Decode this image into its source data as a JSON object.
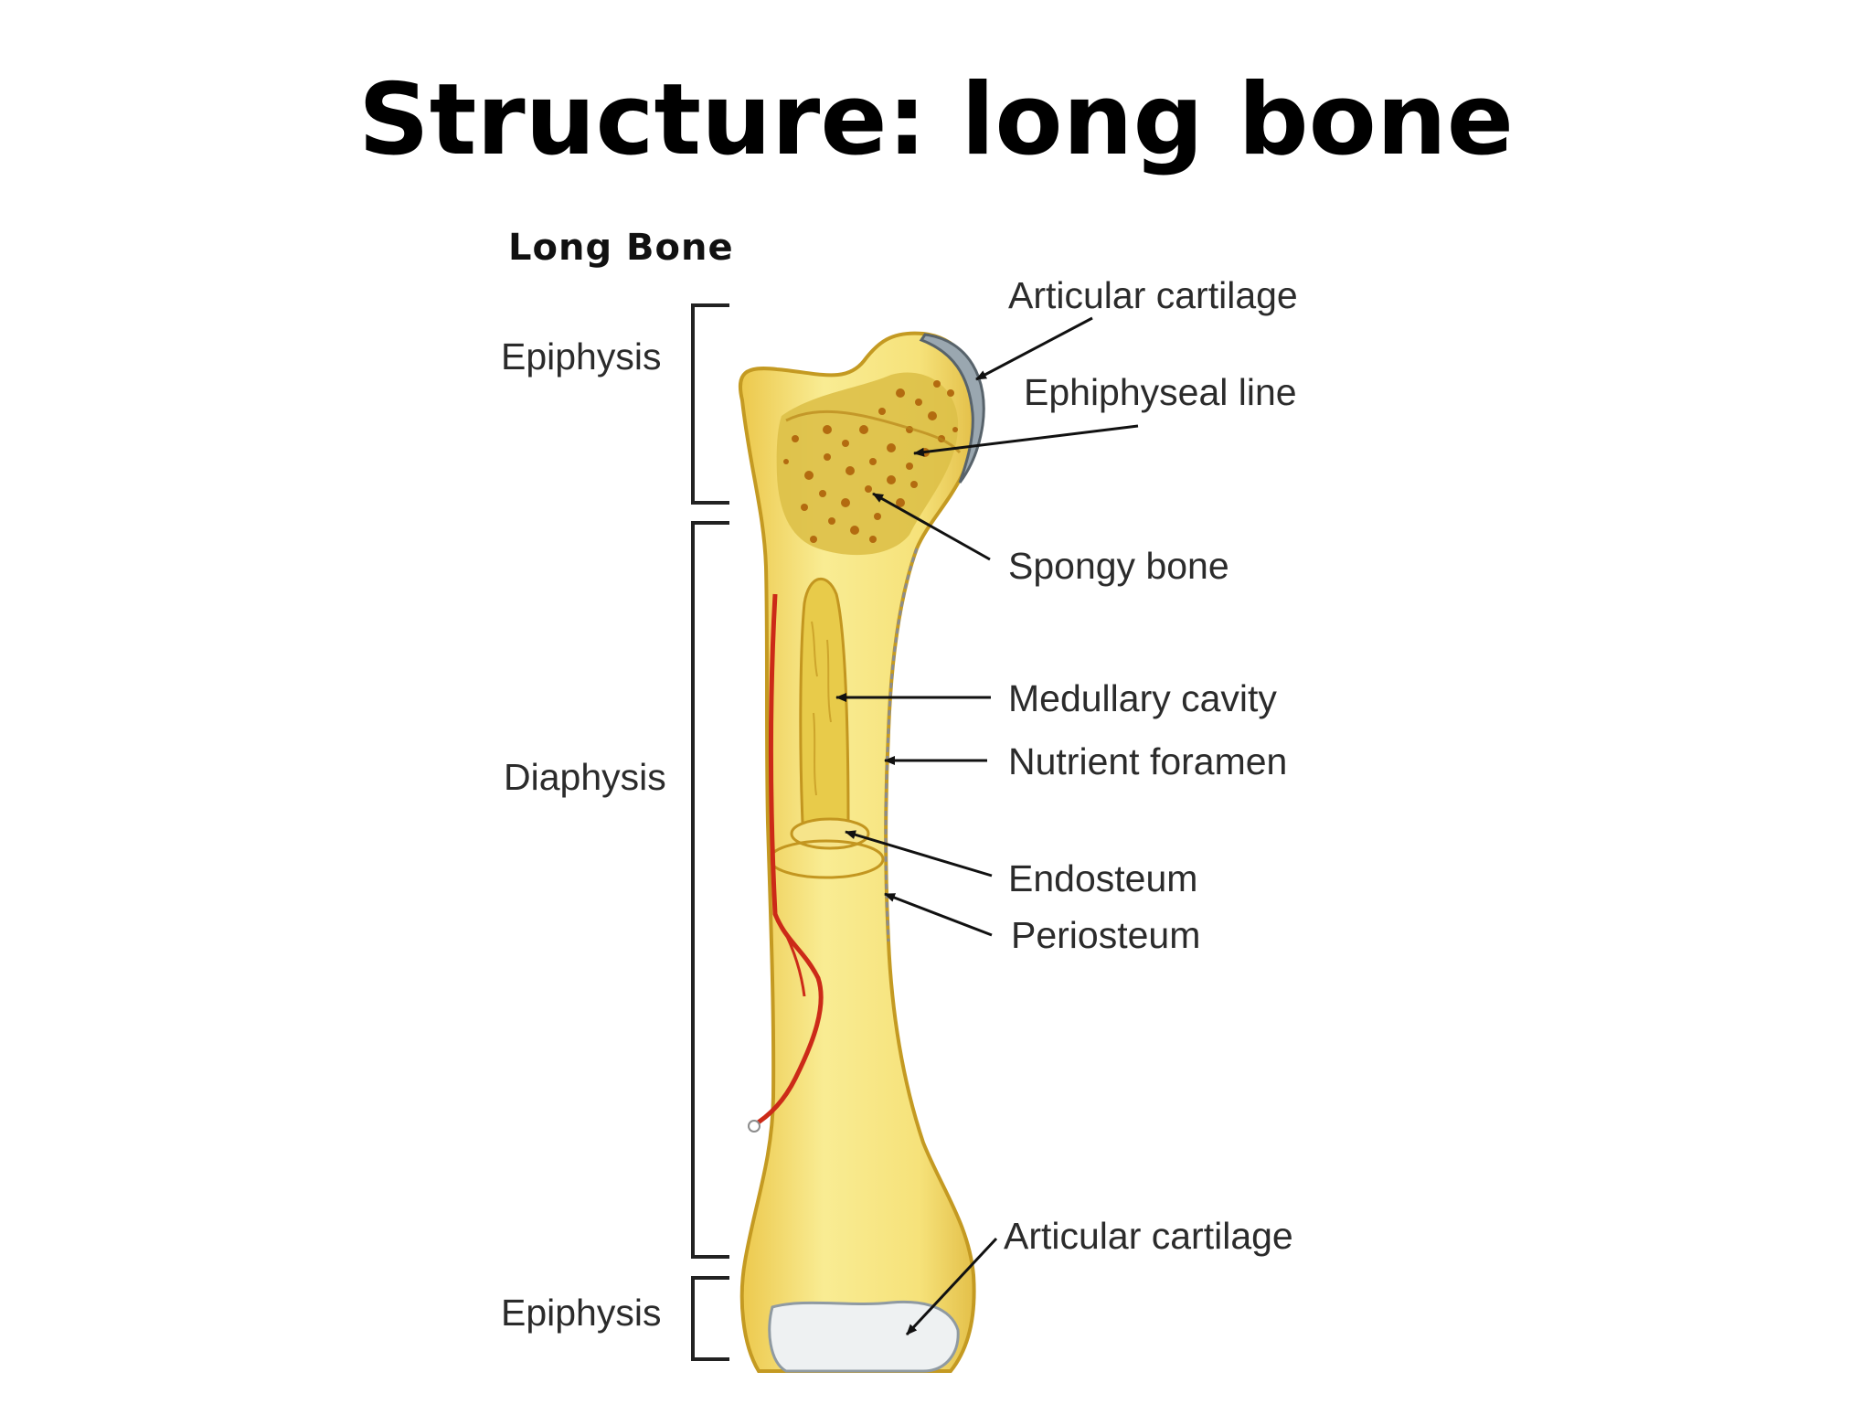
{
  "slide": {
    "title": "Structure: long bone"
  },
  "figure": {
    "heading": "Long Bone",
    "regions": {
      "epiphysis_top": "Epiphysis",
      "diaphysis": "Diaphysis",
      "epiphysis_bottom": "Epiphysis"
    },
    "labels": {
      "articular_cartilage_top": "Articular cartilage",
      "epiphyseal_line": "Ephiphyseal line",
      "spongy_bone": "Spongy bone",
      "medullary_cavity": "Medullary cavity",
      "nutrient_foramen": "Nutrient foramen",
      "endosteum": "Endosteum",
      "periosteum": "Periosteum",
      "articular_cartilage_bottom": "Articular cartilage"
    },
    "colors": {
      "bone": "#f5e27a",
      "bone_outline": "#c9a227",
      "spongy": "#d8b83a",
      "spongy_dots": "#b8740f",
      "cartilage": "#eef1f2",
      "cartilage_rim": "#7f8a93",
      "vessel": "#cc2a18"
    }
  }
}
